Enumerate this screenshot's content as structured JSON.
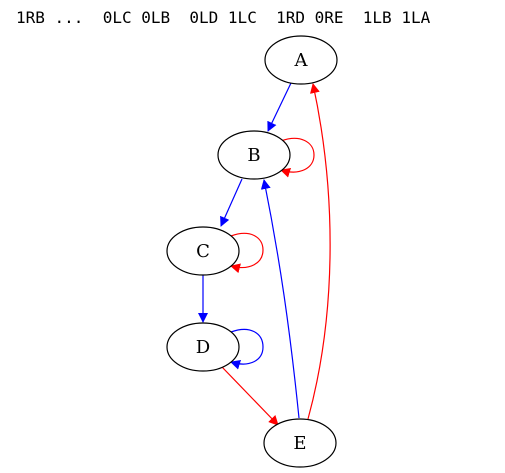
{
  "header": {
    "text": "1RB ...  0LC 0LB  0LD 1LC  1RD 0RE  1LB 1LA"
  },
  "nodes": [
    {
      "id": "A",
      "label": "A"
    },
    {
      "id": "B",
      "label": "B"
    },
    {
      "id": "C",
      "label": "C"
    },
    {
      "id": "D",
      "label": "D"
    },
    {
      "id": "E",
      "label": "E"
    }
  ],
  "edges": [
    {
      "from": "A",
      "to": "B",
      "color": "#0000ff"
    },
    {
      "from": "B",
      "to": "B",
      "color": "#ff0000"
    },
    {
      "from": "B",
      "to": "C",
      "color": "#0000ff"
    },
    {
      "from": "C",
      "to": "C",
      "color": "#ff0000"
    },
    {
      "from": "C",
      "to": "D",
      "color": "#0000ff"
    },
    {
      "from": "D",
      "to": "D",
      "color": "#0000ff"
    },
    {
      "from": "D",
      "to": "E",
      "color": "#ff0000"
    },
    {
      "from": "E",
      "to": "B",
      "color": "#0000ff"
    },
    {
      "from": "E",
      "to": "A",
      "color": "#ff0000"
    }
  ],
  "colors": {
    "blue": "#0000ff",
    "red": "#ff0000",
    "node_stroke": "#000000",
    "node_fill": "#ffffff"
  }
}
